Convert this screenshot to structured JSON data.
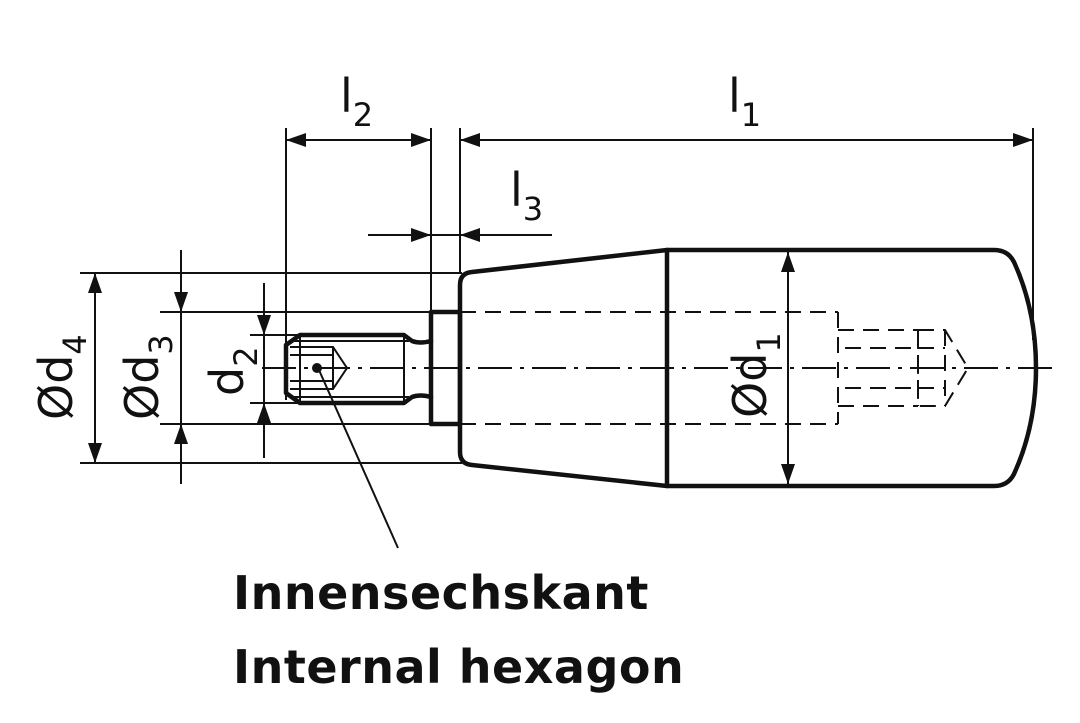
{
  "dimensions": {
    "l1": {
      "base": "l",
      "sub": "1"
    },
    "l2": {
      "base": "l",
      "sub": "2"
    },
    "l3": {
      "base": "l",
      "sub": "3"
    },
    "d1": {
      "base": "Ød",
      "sub": "1"
    },
    "d2": {
      "base": "d",
      "sub": "2"
    },
    "d3": {
      "base": "Ød",
      "sub": "3"
    },
    "d4": {
      "base": "Ød",
      "sub": "4"
    }
  },
  "callout": {
    "label_de": "Innensechskant",
    "label_en": "Internal hexagon"
  },
  "colors": {
    "line": "#111111",
    "background": "#ffffff"
  }
}
